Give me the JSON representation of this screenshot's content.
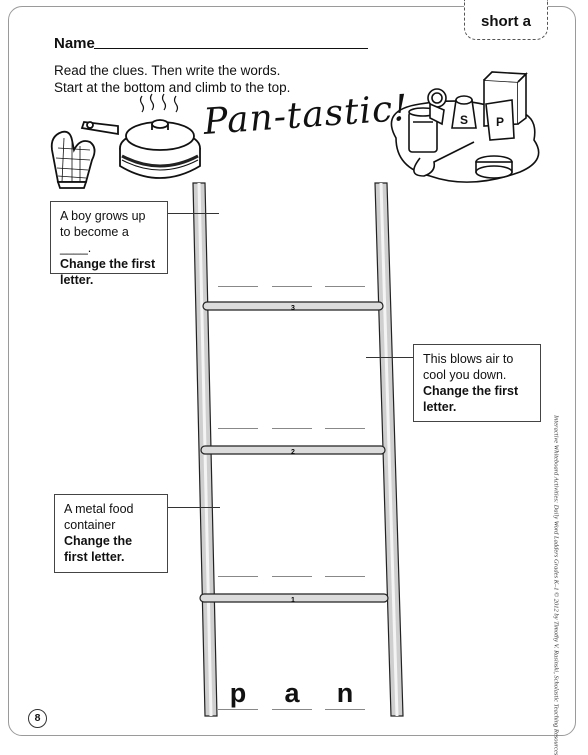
{
  "tab_label": "short a",
  "name_label": "Name",
  "instructions": [
    "Read the clues. Then write the words.",
    "Start at the bottom and climb to the top."
  ],
  "title": "Pan-tastic!",
  "clues": [
    {
      "text": "A boy grows up to become a ____.",
      "instruction": "Change the first letter."
    },
    {
      "text": "This blows air to cool you down.",
      "instruction": "Change the first letter."
    },
    {
      "text": "A metal food container",
      "instruction": "Change the first letter."
    }
  ],
  "rung_numbers": [
    "3",
    "2",
    "1"
  ],
  "start_word": [
    "p",
    "a",
    "n"
  ],
  "page_number": "8",
  "credit": "Interactive Whiteboard Activities: Daily Word Ladders Grades K–1 © 2012 by Timothy V. Rasinski, Scholastic Teaching Resources",
  "illustration_labels": [
    "S",
    "P"
  ]
}
